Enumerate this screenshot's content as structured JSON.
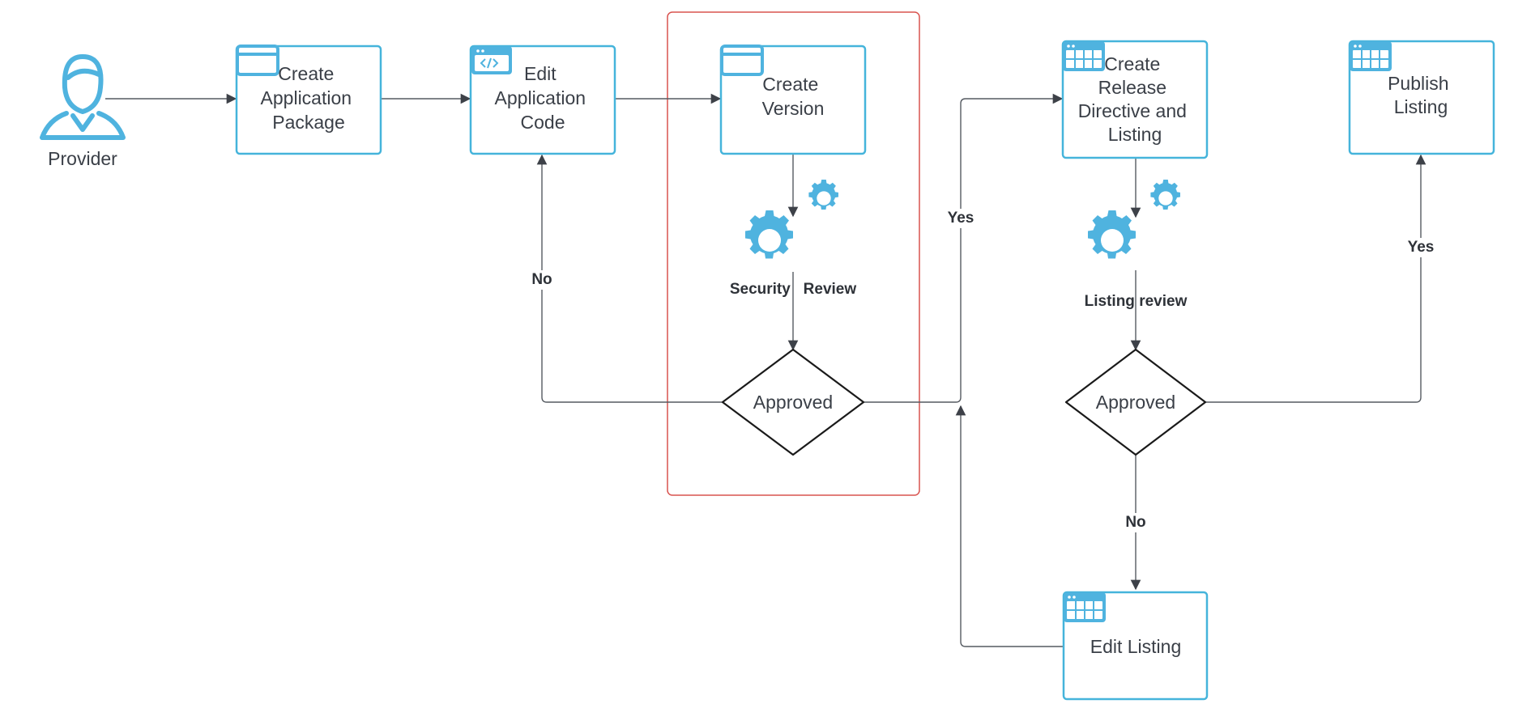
{
  "actor": {
    "label": "Provider"
  },
  "boxes": {
    "create_app_package": {
      "lines": [
        "Create",
        "Application",
        "Package"
      ]
    },
    "edit_app_code": {
      "lines": [
        "Edit",
        "Application",
        "Code"
      ]
    },
    "create_version": {
      "lines": [
        "Create",
        "Version"
      ]
    },
    "create_release": {
      "lines": [
        "Create",
        "Release",
        "Directive and",
        "Listing"
      ]
    },
    "publish_listing": {
      "lines": [
        "Publish",
        "Listing"
      ]
    },
    "edit_listing": {
      "lines": [
        "Edit Listing"
      ]
    }
  },
  "decisions": {
    "approved_1": {
      "label": "Approved"
    },
    "approved_2": {
      "label": "Approved"
    }
  },
  "reviews": {
    "security": {
      "label": "Security   Review"
    },
    "listing": {
      "label": "Listing review"
    }
  },
  "edge_labels": {
    "no_back_to_code": "No",
    "yes_to_release": "Yes",
    "yes_to_publish": "Yes",
    "no_to_edit_listing": "No"
  },
  "colors": {
    "box_stroke": "#45b4db",
    "icon_fill": "#4fb3df",
    "highlight_stroke": "#d9534f",
    "line": "#555a61",
    "diamond_stroke": "#1a1a1a"
  },
  "icons": {
    "actor": "person-icon",
    "window": "browser-window-icon",
    "code": "code-window-icon",
    "grid": "grid-window-icon",
    "gear": "gear-icon"
  }
}
